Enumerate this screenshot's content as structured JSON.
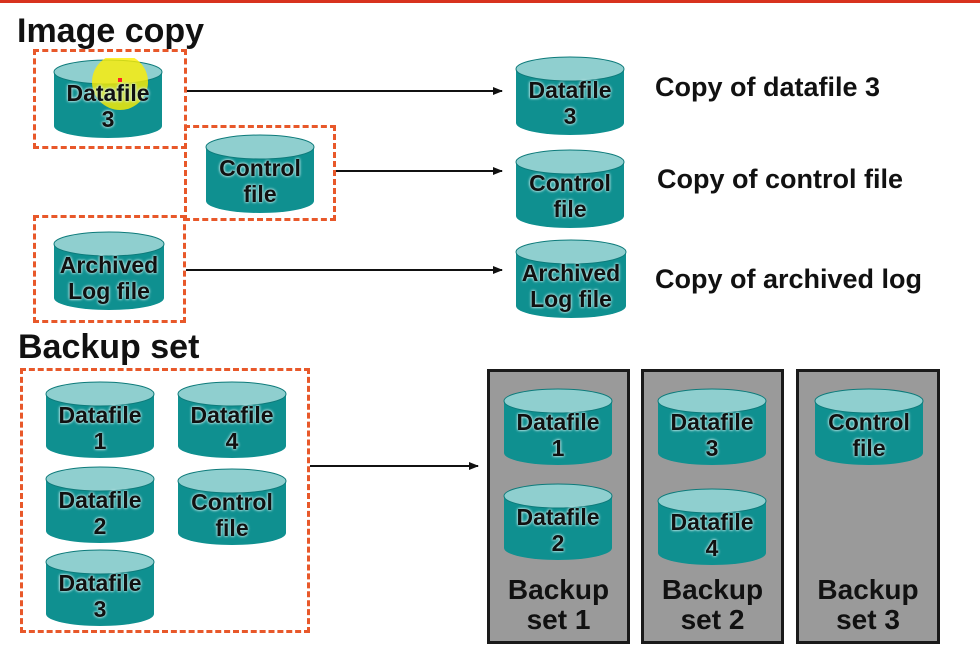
{
  "headings": {
    "image_copy": "Image copy",
    "backup_set": "Backup set"
  },
  "image_copy": {
    "sources": [
      {
        "line1": "Datafile",
        "line2": "3"
      },
      {
        "line1": "Control",
        "line2": "file"
      },
      {
        "line1": "Archived",
        "line2": "Log file"
      }
    ],
    "copies": [
      {
        "line1": "Datafile",
        "line2": "3",
        "caption": "Copy of datafile 3"
      },
      {
        "line1": "Control",
        "line2": "file",
        "caption": "Copy of control file"
      },
      {
        "line1": "Archived",
        "line2": "Log file",
        "caption": "Copy of archived log"
      }
    ]
  },
  "backup_set": {
    "sources": [
      {
        "line1": "Datafile",
        "line2": "1"
      },
      {
        "line1": "Datafile",
        "line2": "4"
      },
      {
        "line1": "Datafile",
        "line2": "2"
      },
      {
        "line1": "Control",
        "line2": "file"
      },
      {
        "line1": "Datafile",
        "line2": "3"
      }
    ],
    "sets": [
      {
        "line1": "Backup",
        "line2": "set 1",
        "files": [
          {
            "line1": "Datafile",
            "line2": "1"
          },
          {
            "line1": "Datafile",
            "line2": "2"
          }
        ]
      },
      {
        "line1": "Backup",
        "line2": "set 2",
        "files": [
          {
            "line1": "Datafile",
            "line2": "3"
          },
          {
            "line1": "Datafile",
            "line2": "4"
          }
        ]
      },
      {
        "line1": "Backup",
        "line2": "set 3",
        "files": [
          {
            "line1": "Control",
            "line2": "file"
          }
        ]
      }
    ]
  },
  "colors": {
    "cylinder_body": "#0f9090",
    "cylinder_top": "#8fcfcf",
    "dash_border": "#e8582a",
    "set_box": "#9a9a9a",
    "highlight": "#ffee00"
  }
}
